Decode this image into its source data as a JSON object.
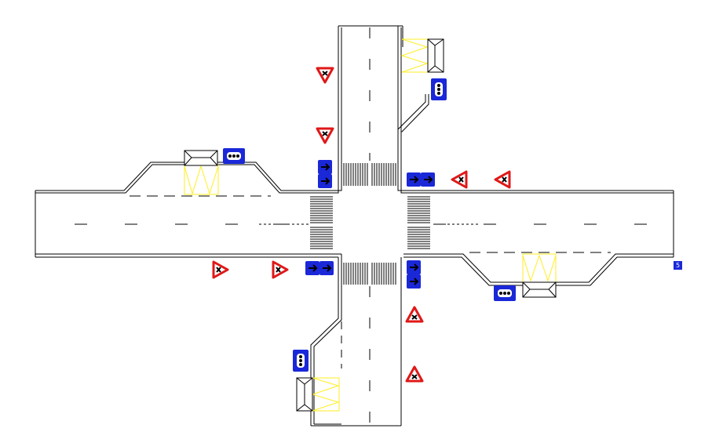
{
  "diagram": {
    "type": "intersection-traffic-plan",
    "colors": {
      "road_edge": "#000000",
      "crosswalk": "#000000",
      "bus_shelter_zigzag": "#ffee22",
      "warning_sign_border": "#e01818",
      "mandatory_sign_fill": "#1a28d8"
    },
    "sign_types": [
      "yield-sign",
      "traffic-light-sign",
      "direction-sign"
    ],
    "page_number": "5"
  }
}
